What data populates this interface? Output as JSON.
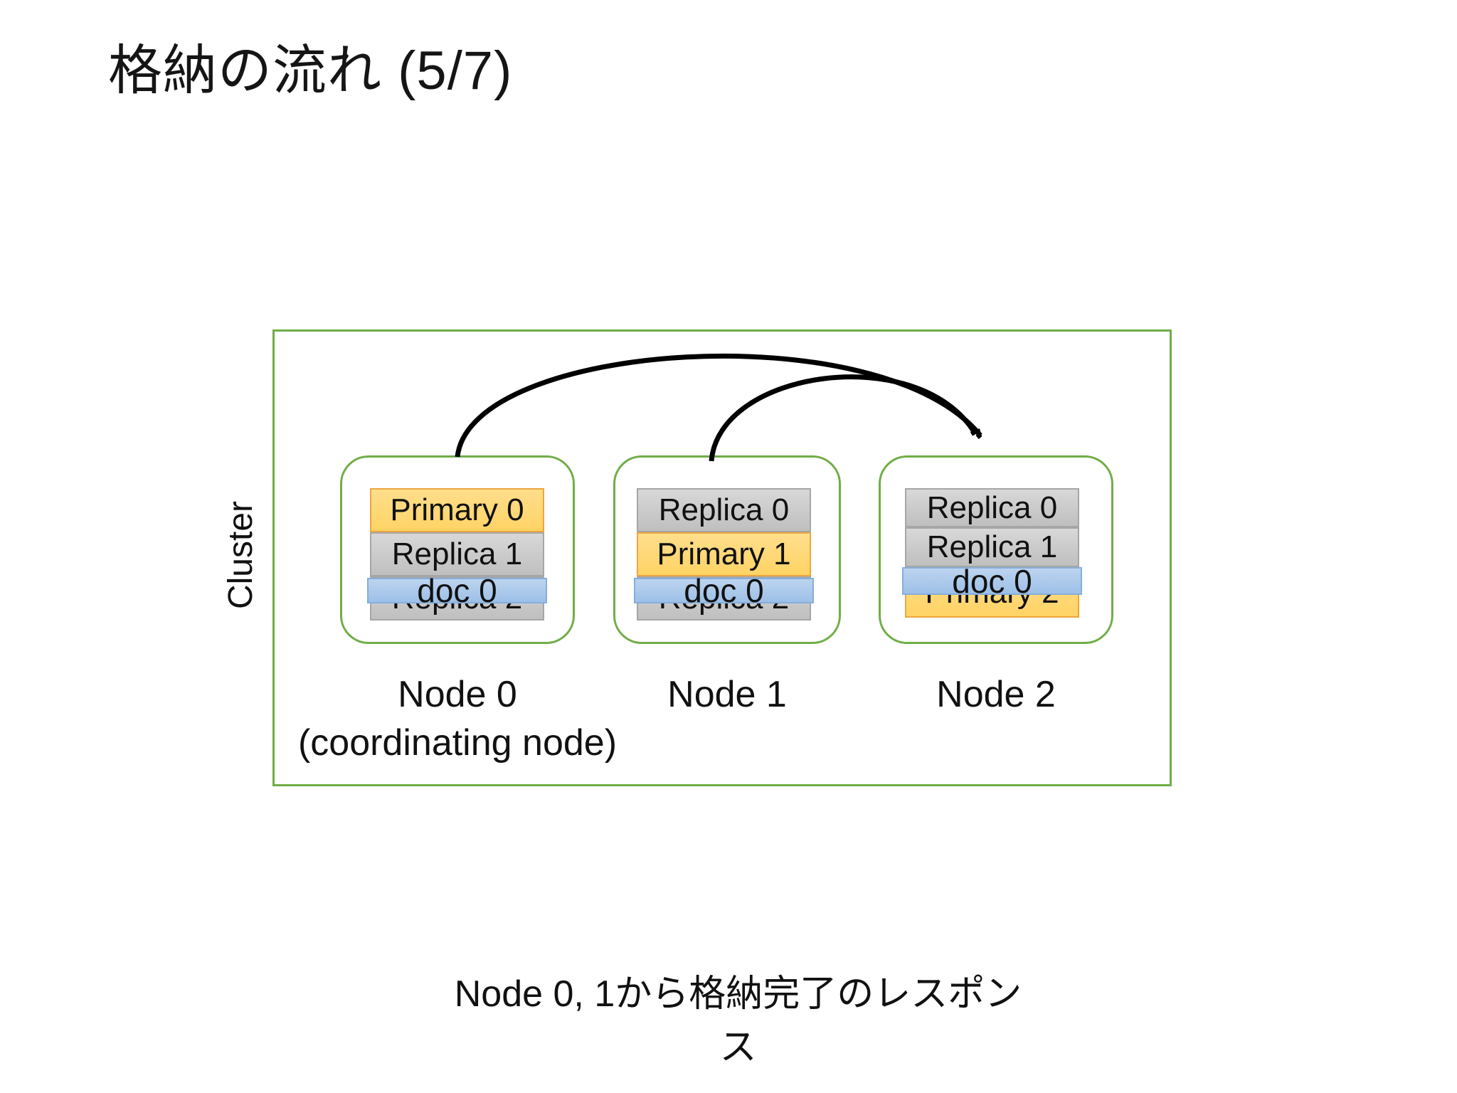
{
  "title": "格納の流れ (5/7)",
  "cluster": {
    "label": "Cluster"
  },
  "nodes": [
    {
      "name": "Node 0",
      "subname": "(coordinating node)",
      "shards": [
        {
          "label": "Primary 0",
          "type": "primary"
        },
        {
          "label": "Replica 1",
          "type": "replica"
        },
        {
          "label": "Replica 2",
          "type": "replica"
        }
      ],
      "doc": {
        "label": "doc 0"
      }
    },
    {
      "name": "Node 1",
      "shards": [
        {
          "label": "Replica 0",
          "type": "replica"
        },
        {
          "label": "Primary 1",
          "type": "primary"
        },
        {
          "label": "Replica 2",
          "type": "replica"
        }
      ],
      "doc": {
        "label": "doc 0"
      }
    },
    {
      "name": "Node 2",
      "shards": [
        {
          "label": "Replica 0",
          "type": "replica"
        },
        {
          "label": "Replica 1",
          "type": "replica"
        },
        {
          "label": "Primary 2",
          "type": "primary"
        }
      ],
      "doc": {
        "label": "doc 0"
      }
    }
  ],
  "arrows": [
    {
      "from": "Node 0",
      "to": "Node 2"
    },
    {
      "from": "Node 1",
      "to": "Node 2"
    }
  ],
  "caption": "Node 0, 1から格納完了のレスポンス",
  "colors": {
    "cluster_border": "#70AD47",
    "primary_fill": "#FFD878",
    "primary_border": "#EDA63F",
    "replica_fill": "#C9C9C9",
    "replica_border": "#A6A6A6",
    "doc_fill": "#A7C6EA",
    "doc_border": "#85AEDB",
    "arrow": "#000000"
  }
}
